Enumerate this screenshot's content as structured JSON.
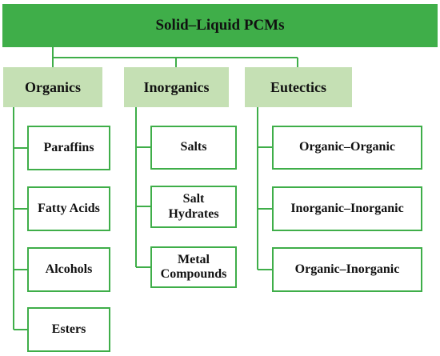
{
  "colors": {
    "root_fill": "#3fae49",
    "category_fill": "#c5e0b4",
    "leaf_border": "#3fae49",
    "connector": "#3fae49"
  },
  "root": {
    "label": "Solid–Liquid PCMs"
  },
  "categories": [
    {
      "label": "Organics",
      "items": [
        "Paraffins",
        "Fatty Acids",
        "Alcohols",
        "Esters"
      ]
    },
    {
      "label": "Inorganics",
      "items": [
        "Salts",
        "Salt Hydrates",
        "Metal Compounds"
      ]
    },
    {
      "label": "Eutectics",
      "items": [
        "Organic–Organic",
        "Inorganic–Inorganic",
        "Organic–Inorganic"
      ]
    }
  ]
}
